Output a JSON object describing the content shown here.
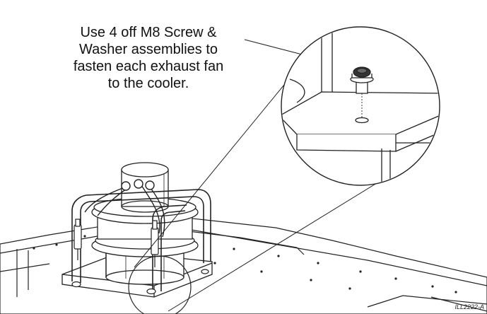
{
  "instruction": {
    "text": "Use 4 off M8 Screw &\nWasher assemblies to\nfasten each exhaust fan\nto the cooler."
  },
  "drawing": {
    "reference_code": "ILL2222-A"
  },
  "icons": {
    "detail_view": "magnified-screw-detail",
    "main_view": "exhaust-fan-on-cooler"
  }
}
